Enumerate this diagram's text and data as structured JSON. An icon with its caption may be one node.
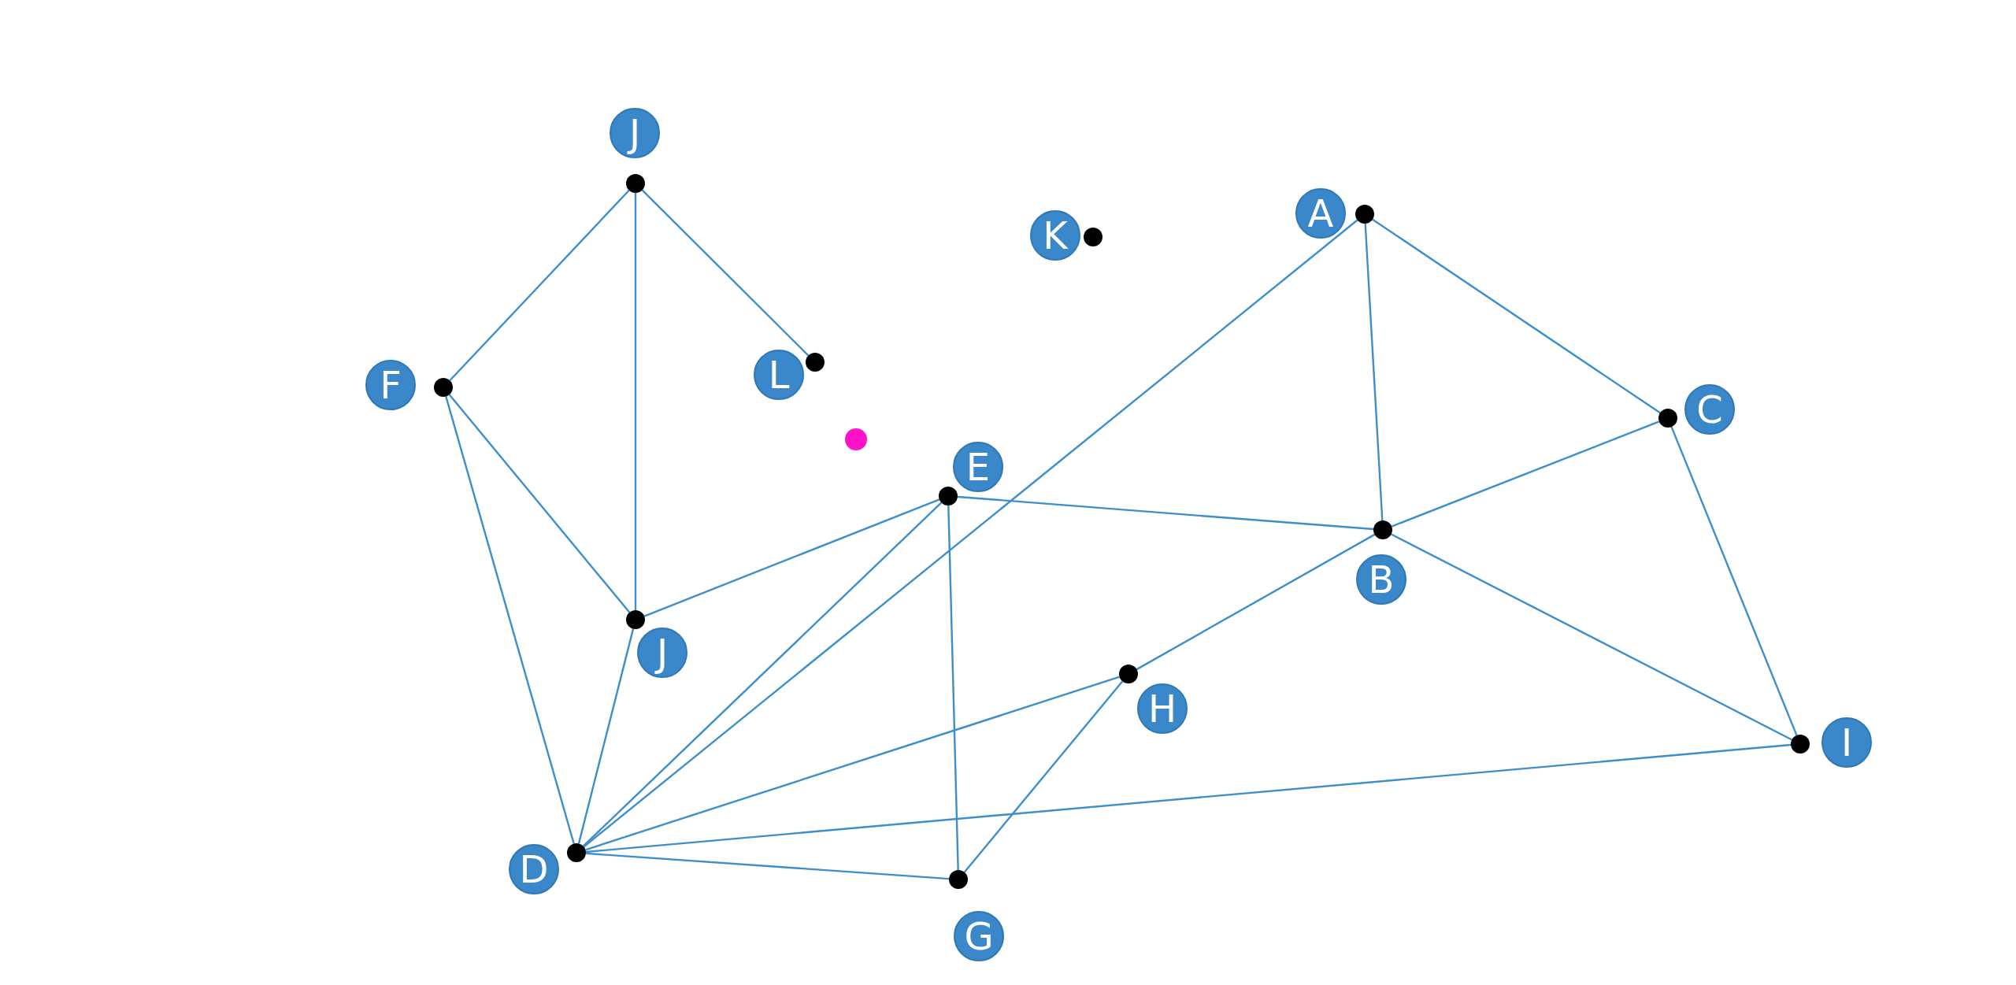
{
  "diagram": {
    "nodes": [
      {
        "text": [],
        "shape": "circle",
        "beside": [
          "J"
        ]
      },
      {
        "text": [],
        "shape": "circle",
        "beside": [
          "A"
        ]
      },
      {
        "text": [],
        "shape": "circle",
        "beside": [
          "K"
        ]
      },
      {
        "text": [],
        "shape": "circle",
        "beside": [
          "L"
        ]
      },
      {
        "text": [],
        "shape": "circle",
        "beside": [
          "F"
        ]
      },
      {
        "text": [],
        "shape": "circle",
        "beside": [
          "C"
        ]
      },
      {
        "text": [],
        "shape": "circle"
      },
      {
        "text": [],
        "shape": "circle",
        "beside": [
          "E"
        ]
      },
      {
        "text": [],
        "shape": "circle",
        "beside": [
          "B"
        ]
      },
      {
        "text": [],
        "shape": "circle",
        "beside": [
          "J"
        ]
      },
      {
        "text": [],
        "shape": "circle",
        "beside": [
          "H"
        ]
      },
      {
        "text": [],
        "shape": "circle",
        "beside": [
          "I"
        ]
      },
      {
        "text": [],
        "shape": "circle",
        "beside": [
          "D"
        ]
      },
      {
        "text": [],
        "shape": "circle",
        "beside": [
          "G"
        ]
      }
    ],
    "edges": [
      {
        "from": 0,
        "to": 4,
        "arrow": "none"
      },
      {
        "from": 0,
        "to": 9,
        "arrow": "none"
      },
      {
        "from": 0,
        "to": 3,
        "arrow": "none"
      },
      {
        "from": 4,
        "to": 9,
        "arrow": "none"
      },
      {
        "from": 4,
        "to": 12,
        "arrow": "none"
      },
      {
        "from": 1,
        "to": 5,
        "arrow": "none"
      },
      {
        "from": 1,
        "to": 8,
        "arrow": "none"
      },
      {
        "from": 1,
        "to": 12,
        "arrow": "none"
      },
      {
        "from": 5,
        "to": 8,
        "arrow": "none"
      },
      {
        "from": 5,
        "to": 11,
        "arrow": "none"
      },
      {
        "from": 7,
        "to": 8,
        "arrow": "none"
      },
      {
        "from": 7,
        "to": 9,
        "arrow": "none"
      },
      {
        "from": 7,
        "to": 12,
        "arrow": "none"
      },
      {
        "from": 7,
        "to": 13,
        "arrow": "none"
      },
      {
        "from": 8,
        "to": 10,
        "arrow": "none"
      },
      {
        "from": 8,
        "to": 11,
        "arrow": "none"
      },
      {
        "from": 9,
        "to": 12,
        "arrow": "none"
      },
      {
        "from": 10,
        "to": 12,
        "arrow": "none"
      },
      {
        "from": 10,
        "to": 13,
        "arrow": "none"
      },
      {
        "from": 11,
        "to": 12,
        "arrow": "none"
      },
      {
        "from": 12,
        "to": 13,
        "arrow": "none"
      }
    ]
  }
}
